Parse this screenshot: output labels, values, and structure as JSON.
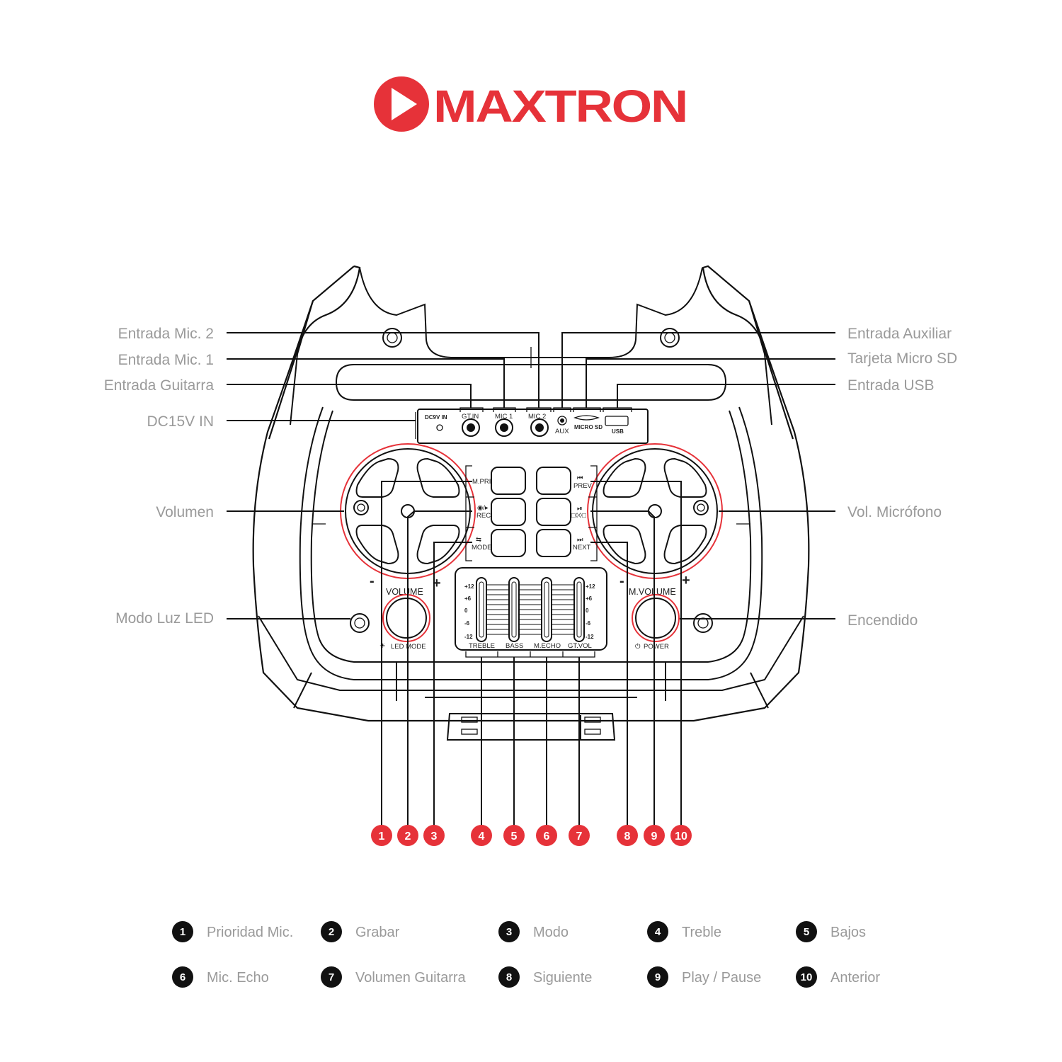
{
  "brand": {
    "name": "MAXTRON",
    "color": "#e63239",
    "icon": "play-icon"
  },
  "callouts_left": [
    "Entrada Mic. 2",
    "Entrada Mic. 1",
    "Entrada Guitarra",
    "DC15V IN",
    "Volumen",
    "Modo Luz LED"
  ],
  "callouts_right": [
    "Entrada Auxiliar",
    "Tarjeta Micro SD",
    "Entrada USB",
    "Vol. Micrófono",
    "Encendido"
  ],
  "ports": {
    "dc": "DC9V  IN",
    "gt": "GT.IN",
    "mic1": "MIC 1",
    "mic2": "MIC  2",
    "aux": "AUX",
    "sd": "MICRO SD",
    "usb": "USB"
  },
  "buttons": {
    "mpri": "M.PRI",
    "rec": "REC",
    "rec_icon": "◉/▸",
    "mode": "MODE",
    "mode_icon": "⇆",
    "prev": "PREV",
    "prev_icon": "⏮",
    "play_icon": "⏯",
    "play_sub": "□◊◊□",
    "next": "NEXT",
    "next_icon": "⏭"
  },
  "knobs": {
    "volume": "VOLUME",
    "mvolume": "M.VOLUME",
    "led_mode": "LED MODE",
    "power": "POWER",
    "minus": "-",
    "plus": "+",
    "led_icon": "☀",
    "power_icon": "⏻"
  },
  "eq": {
    "scale": [
      "+12",
      "+6",
      "0",
      "-6",
      "-12"
    ],
    "sliders": [
      "TREBLE",
      "BASS",
      "M.ECHO",
      "GT.VOL"
    ]
  },
  "badges": [
    "1",
    "2",
    "3",
    "4",
    "5",
    "6",
    "7",
    "8",
    "9",
    "10"
  ],
  "legend": [
    {
      "num": "1",
      "text": "Prioridad Mic."
    },
    {
      "num": "2",
      "text": "Grabar"
    },
    {
      "num": "3",
      "text": "Modo"
    },
    {
      "num": "4",
      "text": "Treble"
    },
    {
      "num": "5",
      "text": "Bajos"
    },
    {
      "num": "6",
      "text": "Mic. Echo"
    },
    {
      "num": "7",
      "text": "Volumen Guitarra"
    },
    {
      "num": "8",
      "text": "Siguiente"
    },
    {
      "num": "9",
      "text": "Play / Pause"
    },
    {
      "num": "10",
      "text": "Anterior"
    }
  ],
  "colors": {
    "accent": "#e63239",
    "callout_text": "#9a9a9a",
    "line": "#111111",
    "legend_badge": "#111111"
  }
}
